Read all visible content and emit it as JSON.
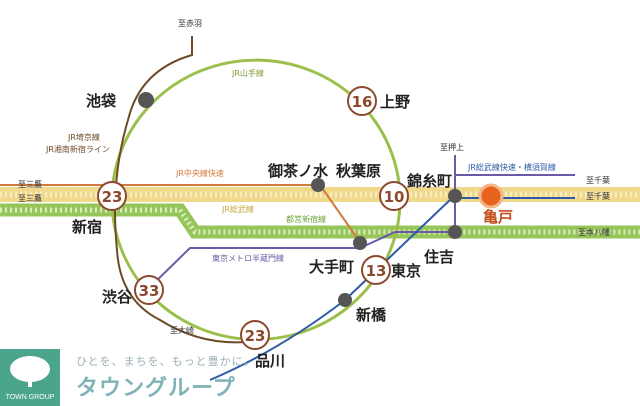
{
  "stations": {
    "ikebukuro": "池袋",
    "ueno": "上野",
    "ochanomizu": "御茶ノ水",
    "akihabara": "秋葉原",
    "kinshicho": "錦糸町",
    "kameido": "亀戸",
    "shinjuku": "新宿",
    "otemachi": "大手町",
    "tokyo": "東京",
    "sumiyoshi": "住吉",
    "shibuya": "渋谷",
    "shinbashi": "新橋",
    "shinagawa": "品川"
  },
  "minutes": {
    "ueno": "16",
    "akihabara": "10",
    "shinjuku": "23",
    "tokyo": "13",
    "shibuya": "33",
    "shinagawa": "23"
  },
  "lines": {
    "yamanote": "JR山手線",
    "saikyo_1": "JR埼京線",
    "saikyo_2": "JR湘南新宿ライン",
    "chuo_rapid": "JR中央線快速",
    "sobu": "JR総武線",
    "shinjuku_line": "都営新宿線",
    "hanzomon": "東京メトロ半蔵門線",
    "sobu_rapid": "JR総武線快速・横須賀線"
  },
  "directions": {
    "akabane": "至赤羽",
    "mitaka_1": "至三鷹",
    "mitaka_2": "至三鷹",
    "oshiage": "至押上",
    "chiba_1": "至千葉",
    "chiba_2": "至千葉",
    "motoyawata": "至本八幡",
    "osaki": "至大崎"
  },
  "colors": {
    "yamanote": "#9bbf4a",
    "chuo": "#d27a3a",
    "sobu": "#f0d98a",
    "shinjuku_line": "#96c65a",
    "hanzomon": "#6b5aa8",
    "sobu_rapid": "#2e5aa6",
    "saikyo": "#6e4a26",
    "kameido_dot": "#e8641e",
    "station_dot": "#555555",
    "minutes_border": "#8b4a2e"
  },
  "brand": {
    "logo_tag": "TOWN GROUP",
    "catch": "ひとを、まちを、もっと豊かに。",
    "name": "タウングループ"
  }
}
